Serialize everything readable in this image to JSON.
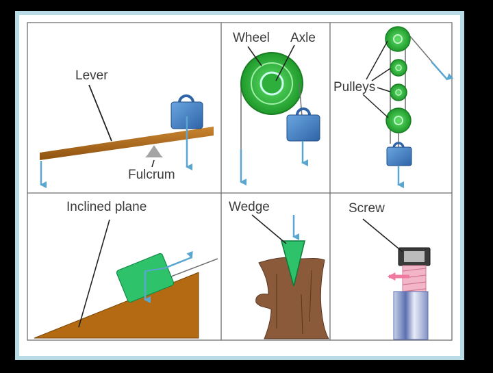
{
  "labels": {
    "lever": "Lever",
    "fulcrum": "Fulcrum",
    "wheel": "Wheel",
    "axle": "Axle",
    "pulleys": "Pulleys",
    "inclined_plane": "Inclined plane",
    "wedge": "Wedge",
    "screw": "Screw"
  },
  "colors": {
    "background": "#000000",
    "frame": "#b9dbe6",
    "panel": "#ffffff",
    "grid_line": "#6e6e6e",
    "arrow": "#5aa6d0",
    "weight_block": "#3f7ec4",
    "green": "#2ebf3a",
    "brown": "#b36a12",
    "wood": "#8a5a3a",
    "screw_arrow": "#f07aa0"
  }
}
